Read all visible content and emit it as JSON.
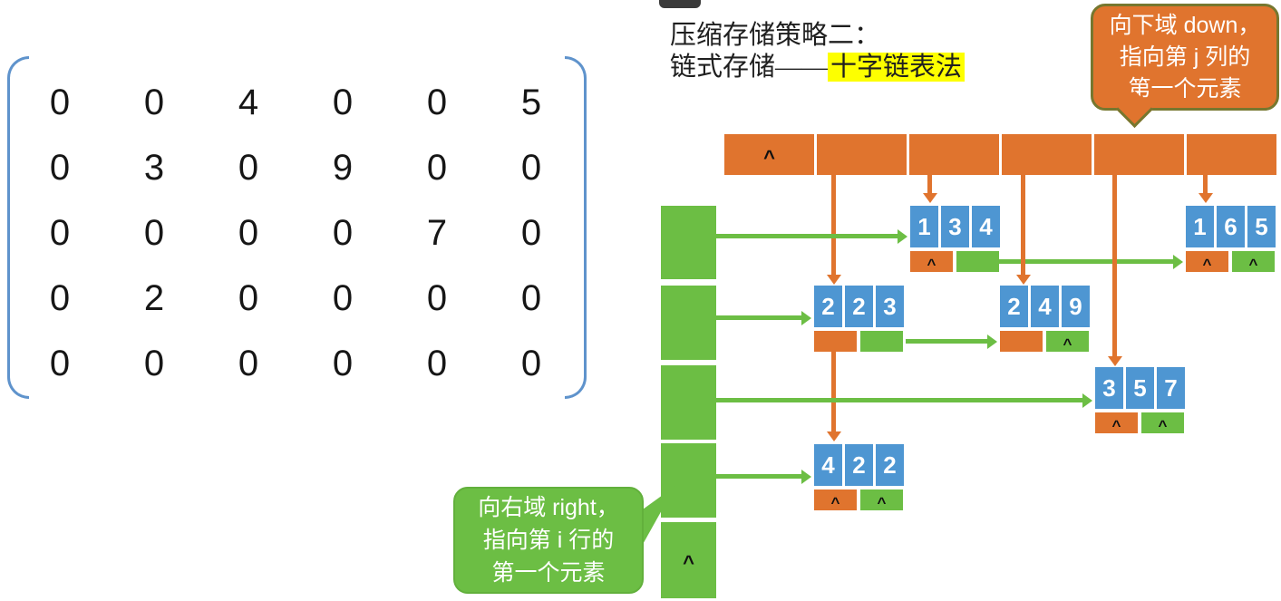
{
  "title": {
    "line1": "压缩存储策略二：",
    "line2_plain": "链式存储——",
    "line2_highlight": "十字链表法"
  },
  "matrix": {
    "rows": [
      [
        0,
        0,
        4,
        0,
        0,
        5
      ],
      [
        0,
        3,
        0,
        9,
        0,
        0
      ],
      [
        0,
        0,
        0,
        0,
        7,
        0
      ],
      [
        0,
        2,
        0,
        0,
        0,
        0
      ],
      [
        0,
        0,
        0,
        0,
        0,
        0
      ]
    ],
    "rows_count": 5,
    "cols_count": 6
  },
  "col_header": {
    "cells": [
      "^",
      "",
      "",
      "",
      "",
      ""
    ]
  },
  "row_header": {
    "cells": [
      "",
      "",
      "",
      "",
      "^"
    ]
  },
  "nodes": [
    {
      "triple": [
        1,
        3,
        4
      ],
      "down": "^",
      "right": ""
    },
    {
      "triple": [
        1,
        6,
        5
      ],
      "down": "^",
      "right": "^"
    },
    {
      "triple": [
        2,
        2,
        3
      ],
      "down": "",
      "right": ""
    },
    {
      "triple": [
        2,
        4,
        9
      ],
      "down": "",
      "right": "^"
    },
    {
      "triple": [
        3,
        5,
        7
      ],
      "down": "^",
      "right": "^"
    },
    {
      "triple": [
        4,
        2,
        2
      ],
      "down": "^",
      "right": "^"
    }
  ],
  "callouts": {
    "down": {
      "lines": [
        "向下域 down，",
        "指向第 j 列的",
        "第一个元素"
      ]
    },
    "right": {
      "lines": [
        "向右域 right，",
        "指向第 i 行的",
        "第一个元素"
      ]
    }
  },
  "colors": {
    "orange": "#e0742e",
    "green": "#6cbe44",
    "blue": "#4e96d2",
    "callout_border_olive": "#76772f",
    "bracket_blue": "#5f93cc",
    "highlight_yellow": "#fdff00"
  }
}
